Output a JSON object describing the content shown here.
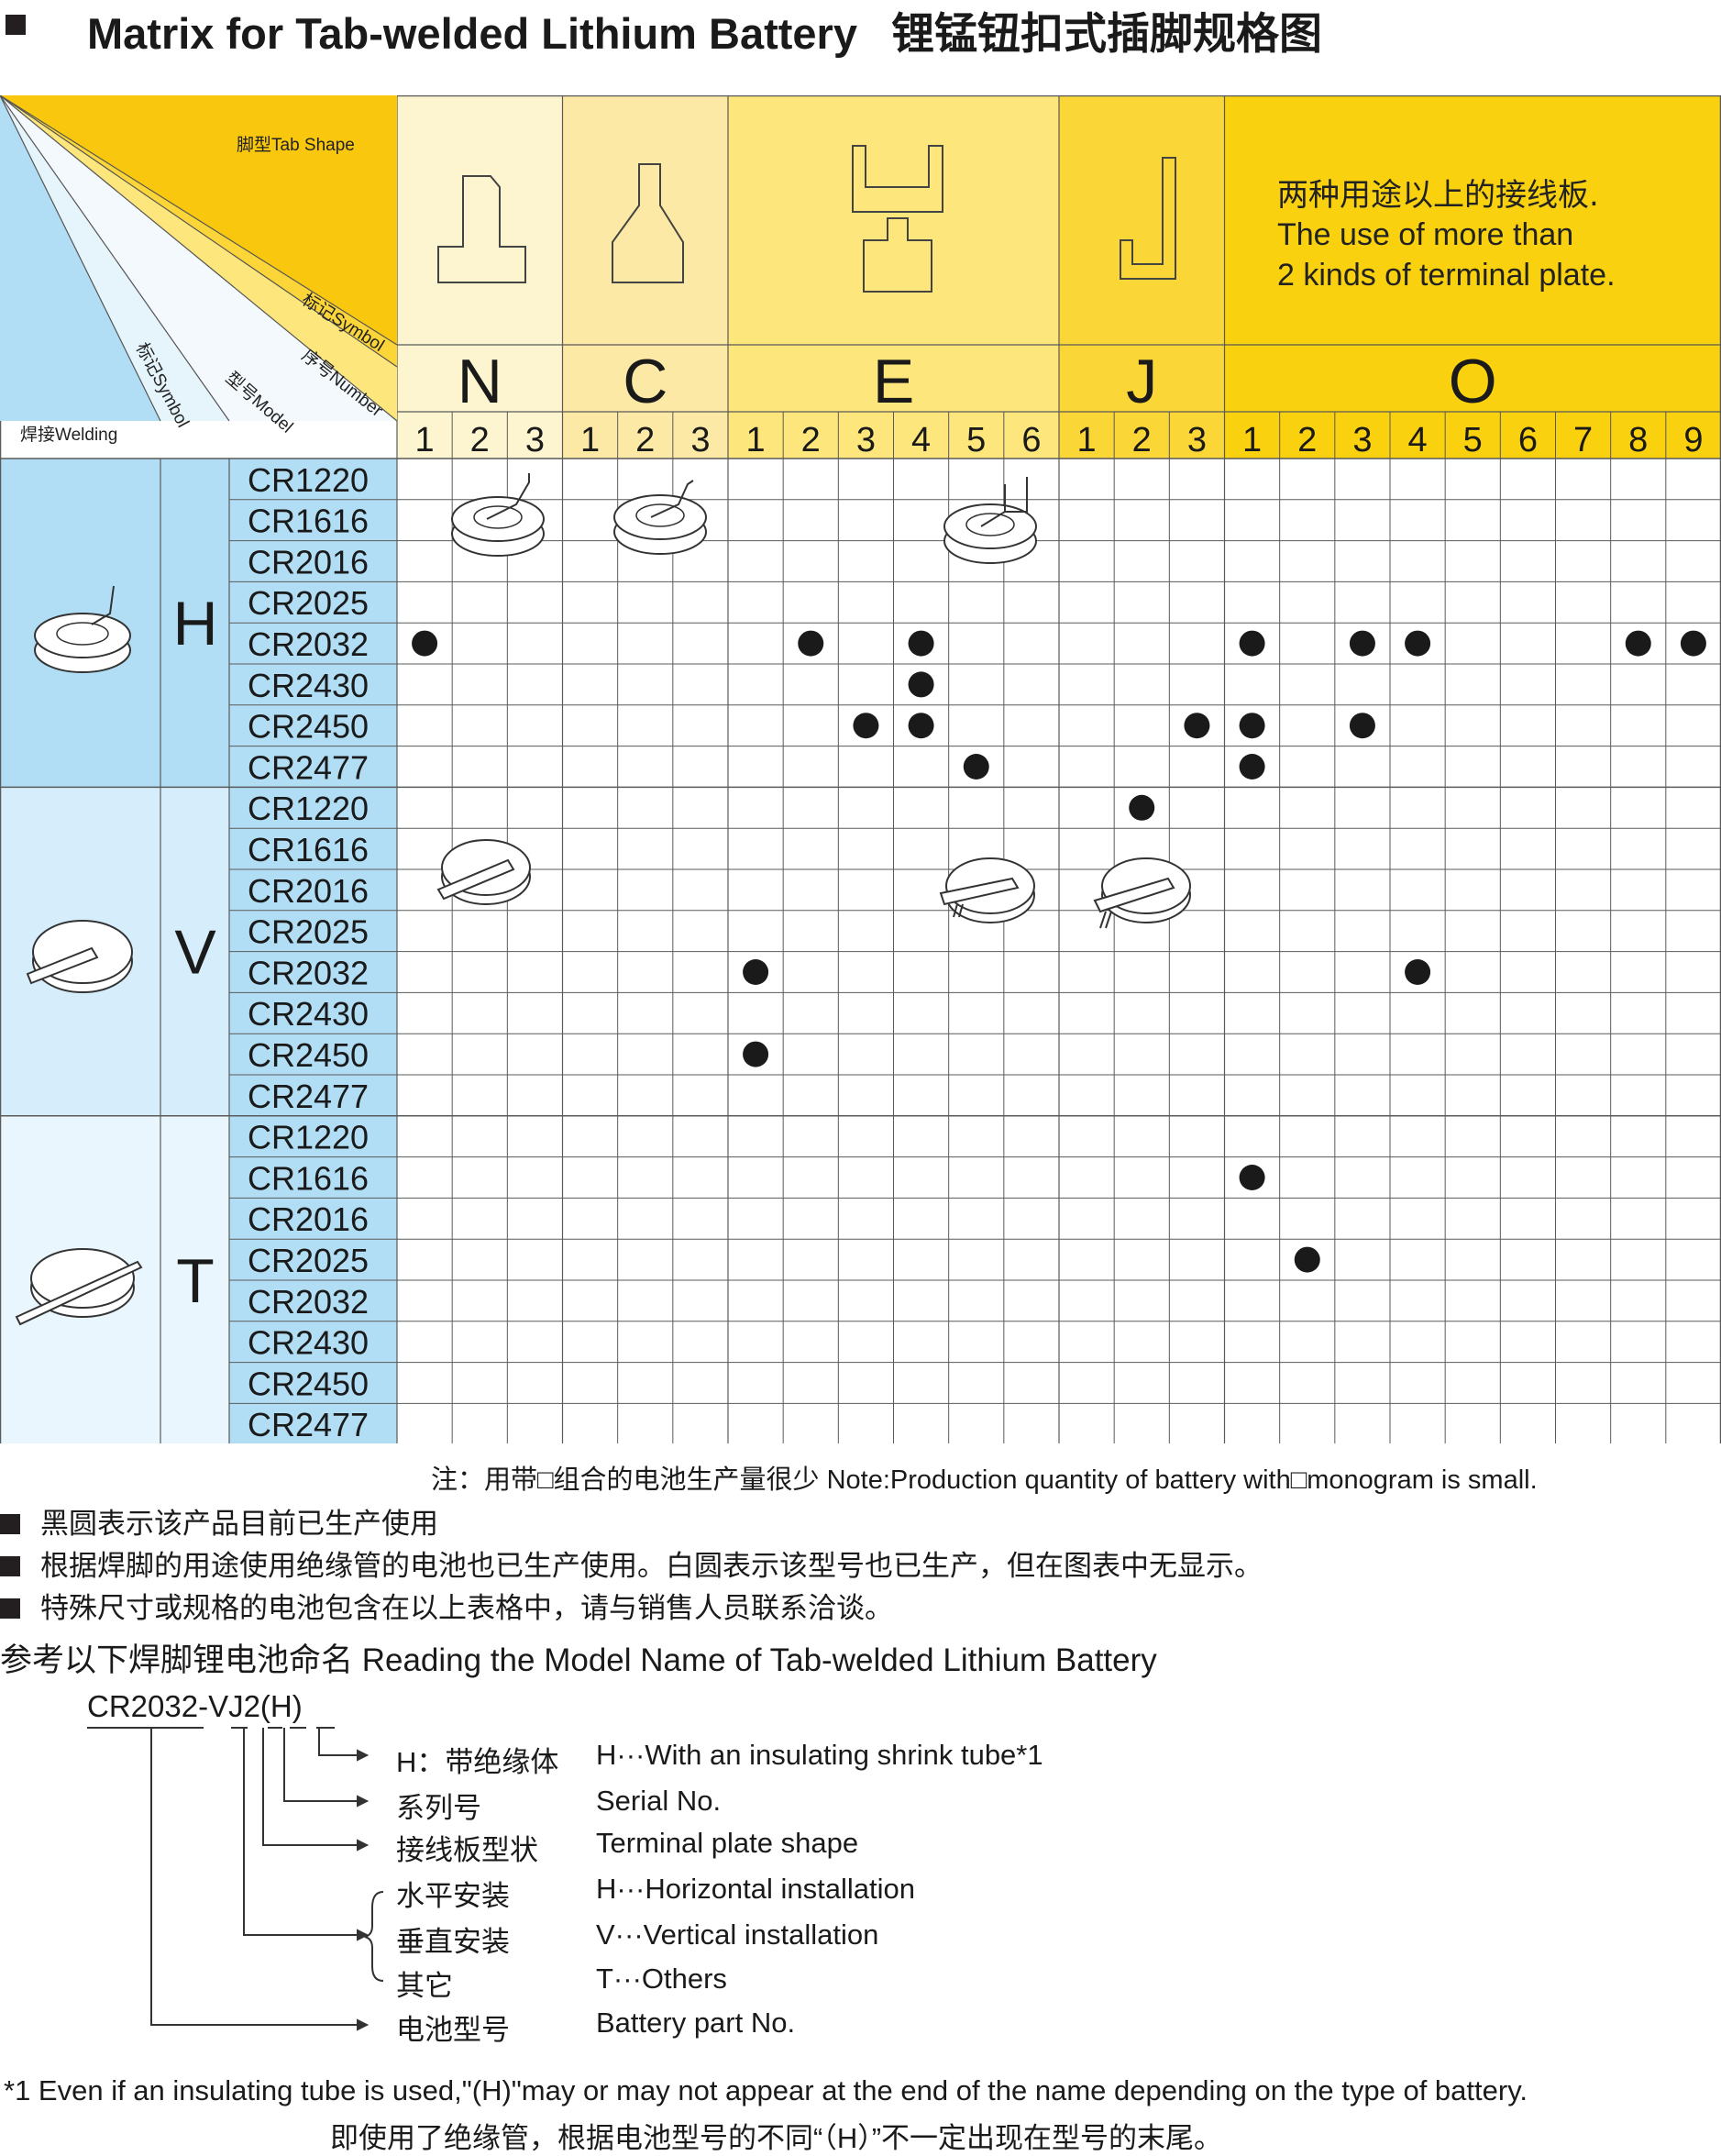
{
  "title": {
    "en": "Matrix for Tab-welded Lithium Battery",
    "cn": "锂锰钮扣式插脚规格图"
  },
  "header": {
    "tab_shape": "脚型Tab Shape",
    "symbol_diag": "标记Symbol",
    "number_diag": "序号Number",
    "model": "型号Model",
    "symbol_vert": "标记Symbol",
    "welding": "焊接Welding",
    "o_note_cn": "两种用途以上的接线板.",
    "o_note_en1": "The use of more than",
    "o_note_en2": "2 kinds of terminal plate."
  },
  "groups": [
    {
      "symbol": "N",
      "count": 3,
      "color": "#fdf5cf"
    },
    {
      "symbol": "C",
      "count": 3,
      "color": "#fde9a6"
    },
    {
      "symbol": "E",
      "count": 6,
      "color": "#fde67b"
    },
    {
      "symbol": "J",
      "count": 3,
      "color": "#fbd637"
    },
    {
      "symbol": "O",
      "count": 9,
      "color": "#f9d10e"
    }
  ],
  "sections": [
    {
      "symbol": "H",
      "color": "#b2def5",
      "models": [
        "CR1220",
        "CR1616",
        "CR2016",
        "CR2025",
        "CR2032",
        "CR2430",
        "CR2450",
        "CR2477"
      ]
    },
    {
      "symbol": "V",
      "color": "#d6eefb",
      "models": [
        "CR1220",
        "CR1616",
        "CR2016",
        "CR2025",
        "CR2032",
        "CR2430",
        "CR2450",
        "CR2477"
      ]
    },
    {
      "symbol": "T",
      "color": "#e9f6fd",
      "models": [
        "CR1220",
        "CR1616",
        "CR2016",
        "CR2025",
        "CR2032",
        "CR2430",
        "CR2450",
        "CR2477"
      ]
    }
  ],
  "dots": [
    {
      "row": 4,
      "col": 0
    },
    {
      "row": 4,
      "col": 7
    },
    {
      "row": 4,
      "col": 9
    },
    {
      "row": 4,
      "col": 15
    },
    {
      "row": 4,
      "col": 17
    },
    {
      "row": 4,
      "col": 18
    },
    {
      "row": 4,
      "col": 22
    },
    {
      "row": 4,
      "col": 23
    },
    {
      "row": 5,
      "col": 9
    },
    {
      "row": 6,
      "col": 8
    },
    {
      "row": 6,
      "col": 9
    },
    {
      "row": 6,
      "col": 14
    },
    {
      "row": 6,
      "col": 15
    },
    {
      "row": 6,
      "col": 17
    },
    {
      "row": 7,
      "col": 10
    },
    {
      "row": 7,
      "col": 15
    },
    {
      "row": 8,
      "col": 13
    },
    {
      "row": 12,
      "col": 6
    },
    {
      "row": 12,
      "col": 18
    },
    {
      "row": 14,
      "col": 6
    },
    {
      "row": 17,
      "col": 15
    },
    {
      "row": 19,
      "col": 16
    }
  ],
  "notes": {
    "note": "注：用带□组合的电池生产量很少 Note:Production quantity of battery with□monogram is small.",
    "bullet1": "黑圆表示该产品目前已生产使用",
    "bullet2": "根据焊脚的用途使用绝缘管的电池也已生产使用。白圆表示该型号也已生产，但在图表中无显示。",
    "bullet3": "特殊尺寸或规格的电池包含在以上表格中，请与销售人员联系洽谈。"
  },
  "naming": {
    "heading": "参考以下焊脚锂电池命名 Reading the Model Name of Tab-welded Lithium Battery",
    "example": "CR2032-VJ2(H)",
    "items": [
      {
        "cn": "H：带绝缘体",
        "en": "H···With an insulating shrink tube*1"
      },
      {
        "cn": "系列号",
        "en": "Serial No."
      },
      {
        "cn": "接线板型状",
        "en": "Terminal plate shape"
      },
      {
        "cn": "水平安装",
        "en": "H···Horizontal installation"
      },
      {
        "cn": "垂直安装",
        "en": "V···Vertical installation"
      },
      {
        "cn": "其它",
        "en": "T···Others"
      },
      {
        "cn": "电池型号",
        "en": "Battery part No."
      }
    ]
  },
  "footnote": {
    "en": "*1 Even if an insulating tube is used,\"(H)\"may or may not appear at the end of the name depending on the type of battery.",
    "cn": "即使用了绝缘管，根据电池型号的不同“（H）”不一定出现在型号的末尾。"
  }
}
